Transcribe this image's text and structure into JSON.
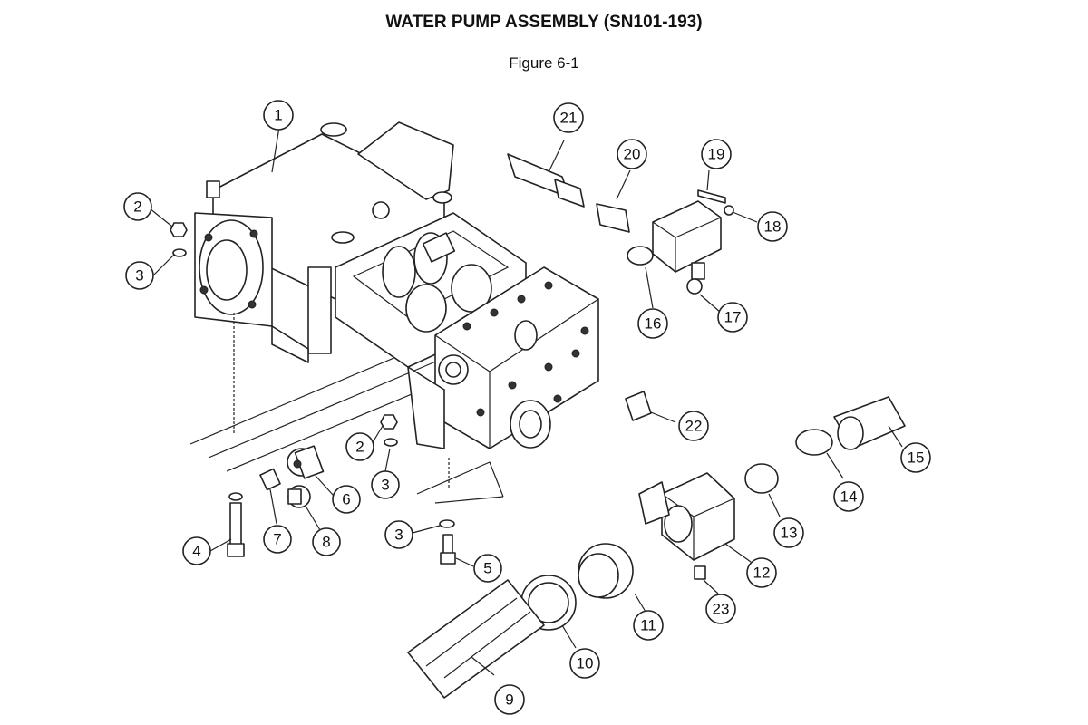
{
  "header": {
    "title": "WATER PUMP ASSEMBLY (SN101-193)",
    "subtitle": "Figure 6-1"
  },
  "callouts": [
    {
      "id": "c1",
      "label": "1"
    },
    {
      "id": "c2a",
      "label": "2"
    },
    {
      "id": "c3a",
      "label": "3"
    },
    {
      "id": "c2b",
      "label": "2"
    },
    {
      "id": "c3b",
      "label": "3"
    },
    {
      "id": "c3c",
      "label": "3"
    },
    {
      "id": "c4",
      "label": "4"
    },
    {
      "id": "c5",
      "label": "5"
    },
    {
      "id": "c6",
      "label": "6"
    },
    {
      "id": "c7",
      "label": "7"
    },
    {
      "id": "c8",
      "label": "8"
    },
    {
      "id": "c9",
      "label": "9"
    },
    {
      "id": "c10",
      "label": "10"
    },
    {
      "id": "c11",
      "label": "11"
    },
    {
      "id": "c12",
      "label": "12"
    },
    {
      "id": "c13",
      "label": "13"
    },
    {
      "id": "c14",
      "label": "14"
    },
    {
      "id": "c15",
      "label": "15"
    },
    {
      "id": "c16",
      "label": "16"
    },
    {
      "id": "c17",
      "label": "17"
    },
    {
      "id": "c18",
      "label": "18"
    },
    {
      "id": "c19",
      "label": "19"
    },
    {
      "id": "c20",
      "label": "20"
    },
    {
      "id": "c21",
      "label": "21"
    },
    {
      "id": "c22",
      "label": "22"
    },
    {
      "id": "c23",
      "label": "23"
    }
  ]
}
